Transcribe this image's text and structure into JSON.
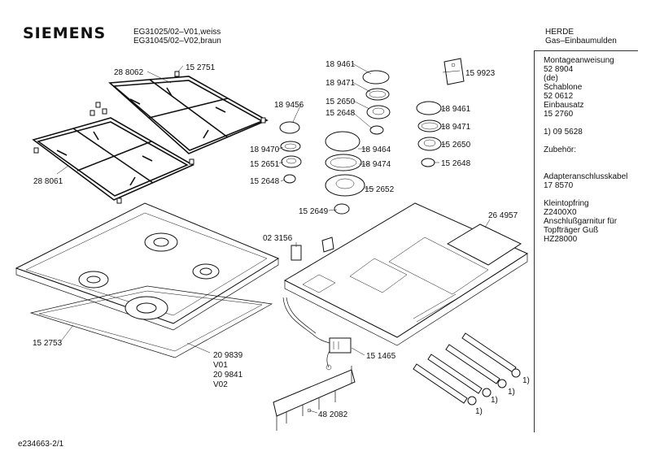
{
  "brand": "SIEMENS",
  "header": {
    "model_line_1": "EG31025/02–V01,weiss",
    "model_line_2": "EG31045/02–V02,braun",
    "maker": "HERDE",
    "category": "Gas–Einbaumulden"
  },
  "side_panel": {
    "lines": [
      "Montageanweisung",
      "52 8904",
      "(de)",
      "Schablone",
      "52 0612",
      "Einbausatz",
      "15 2760",
      "",
      "1) 09 5628",
      "",
      "Zubehör:",
      "",
      "",
      "Adapteranschlusskabel",
      "17 8570",
      "",
      "Kleintopfring",
      "Z2400X0",
      "Anschlußgarnitur für",
      "Topfträger Guß",
      "HZ28000"
    ]
  },
  "part_labels": {
    "p288062": "28 8062",
    "p152751": "15 2751",
    "p288061": "28 8061",
    "p189461a": "18 9461",
    "p189471a": "18 9471",
    "p152650a": "15 2650",
    "p152648a": "15 2648",
    "p189456": "18 9456",
    "p189470": "18 9470",
    "p152651": "15 2651",
    "p152648b": "15 2648",
    "p189464": "18 9464",
    "p189474": "18 9474",
    "p152652": "15 2652",
    "p152649": "15 2649",
    "p159923": "15 9923",
    "p189461b": "18 9461",
    "p189471b": "18 9471",
    "p152650b": "15 2650",
    "p152648c": "15 2648",
    "p264957": "26 4957",
    "p023156": "02 3156",
    "p152753": "15 2753",
    "p209839": "20 9839",
    "v01": "V01",
    "p209841": "20 9841",
    "v02": "V02",
    "p151465": "15 1465",
    "p482082": "48 2082",
    "fn1a": "1)",
    "fn1b": "1)",
    "fn1c": "1)",
    "fn1d": "1)"
  },
  "footer": {
    "drawing_id": "e234663-2/1"
  }
}
